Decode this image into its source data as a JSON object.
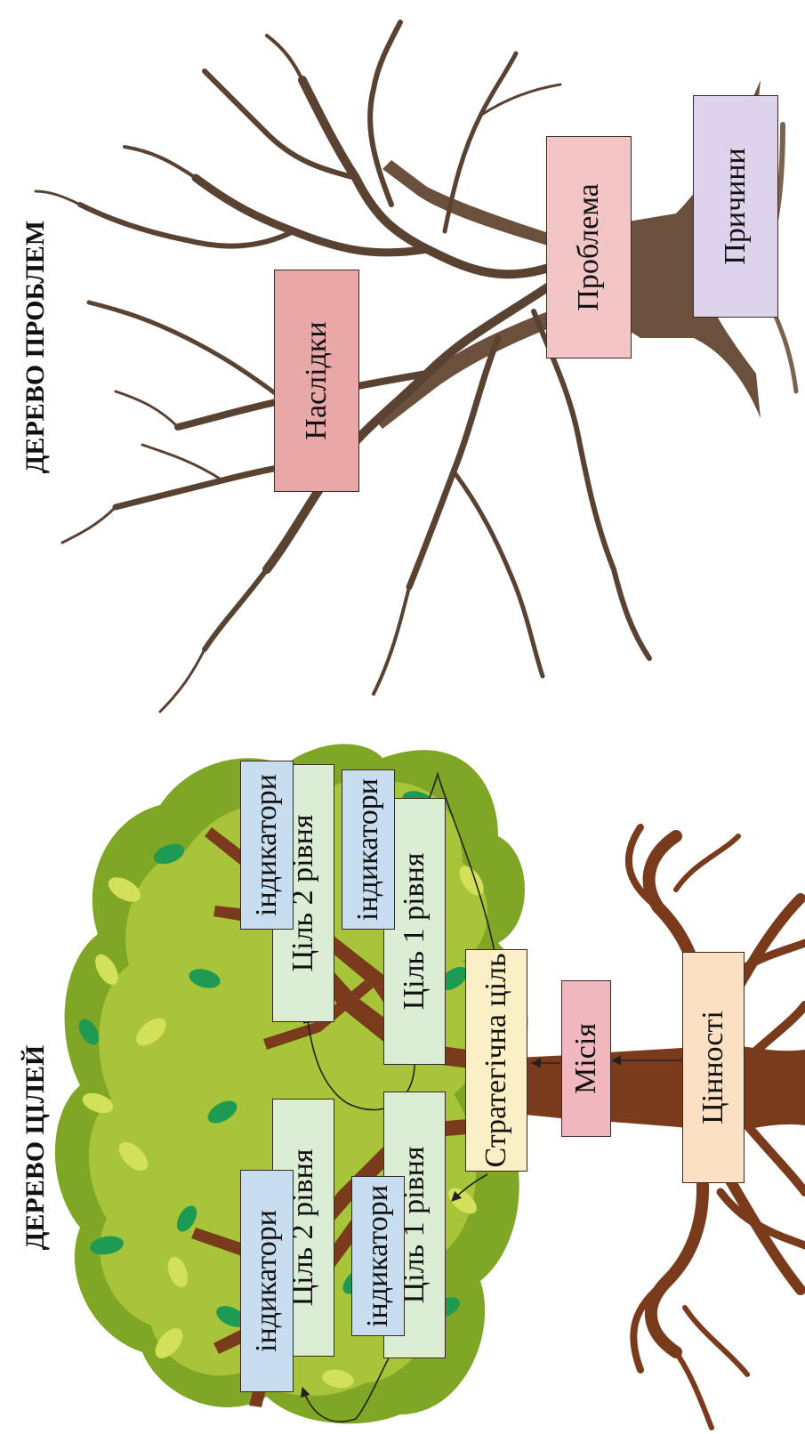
{
  "headings": {
    "goals_tree": "ДЕРЕВО ЦІЛЕЙ",
    "problems_tree": "ДЕРЕВО ПРОБЛЕМ"
  },
  "goals_tree": {
    "values": "Цінності",
    "mission": "Місія",
    "strategic_goal": "Стратегічна ціль",
    "level1_left": "Ціль 1 рівня",
    "level1_right": "Ціль 1 рівня",
    "level2_left": "Ціль 2 рівня",
    "level2_right": "Ціль 2 рівня",
    "indicators_l2_left": "індикатори",
    "indicators_l1_left": "індикатори",
    "indicators_l2_right": "індикатори",
    "indicators_l1_right": "індикатори"
  },
  "problems_tree": {
    "consequences": "Наслідки",
    "problem": "Проблема",
    "causes": "Причини"
  },
  "colors": {
    "foliage_dark": "#7fa624",
    "foliage_mid": "#a7c43a",
    "leaf_light": "#d3e05a",
    "leaf_green": "#1f9a52",
    "trunk_brown": "#7a3b1c",
    "dead_wood": "#5a4232",
    "box_pink": "#f2c6c6",
    "box_red": "#e8a8a8",
    "box_lilac": "#ddd3ec",
    "box_green": "#dcedd6",
    "box_blue": "#c8ddef",
    "box_yellow": "#fbefc6",
    "box_peach": "#fce0c4",
    "box_mission": "#f2b8c0"
  }
}
